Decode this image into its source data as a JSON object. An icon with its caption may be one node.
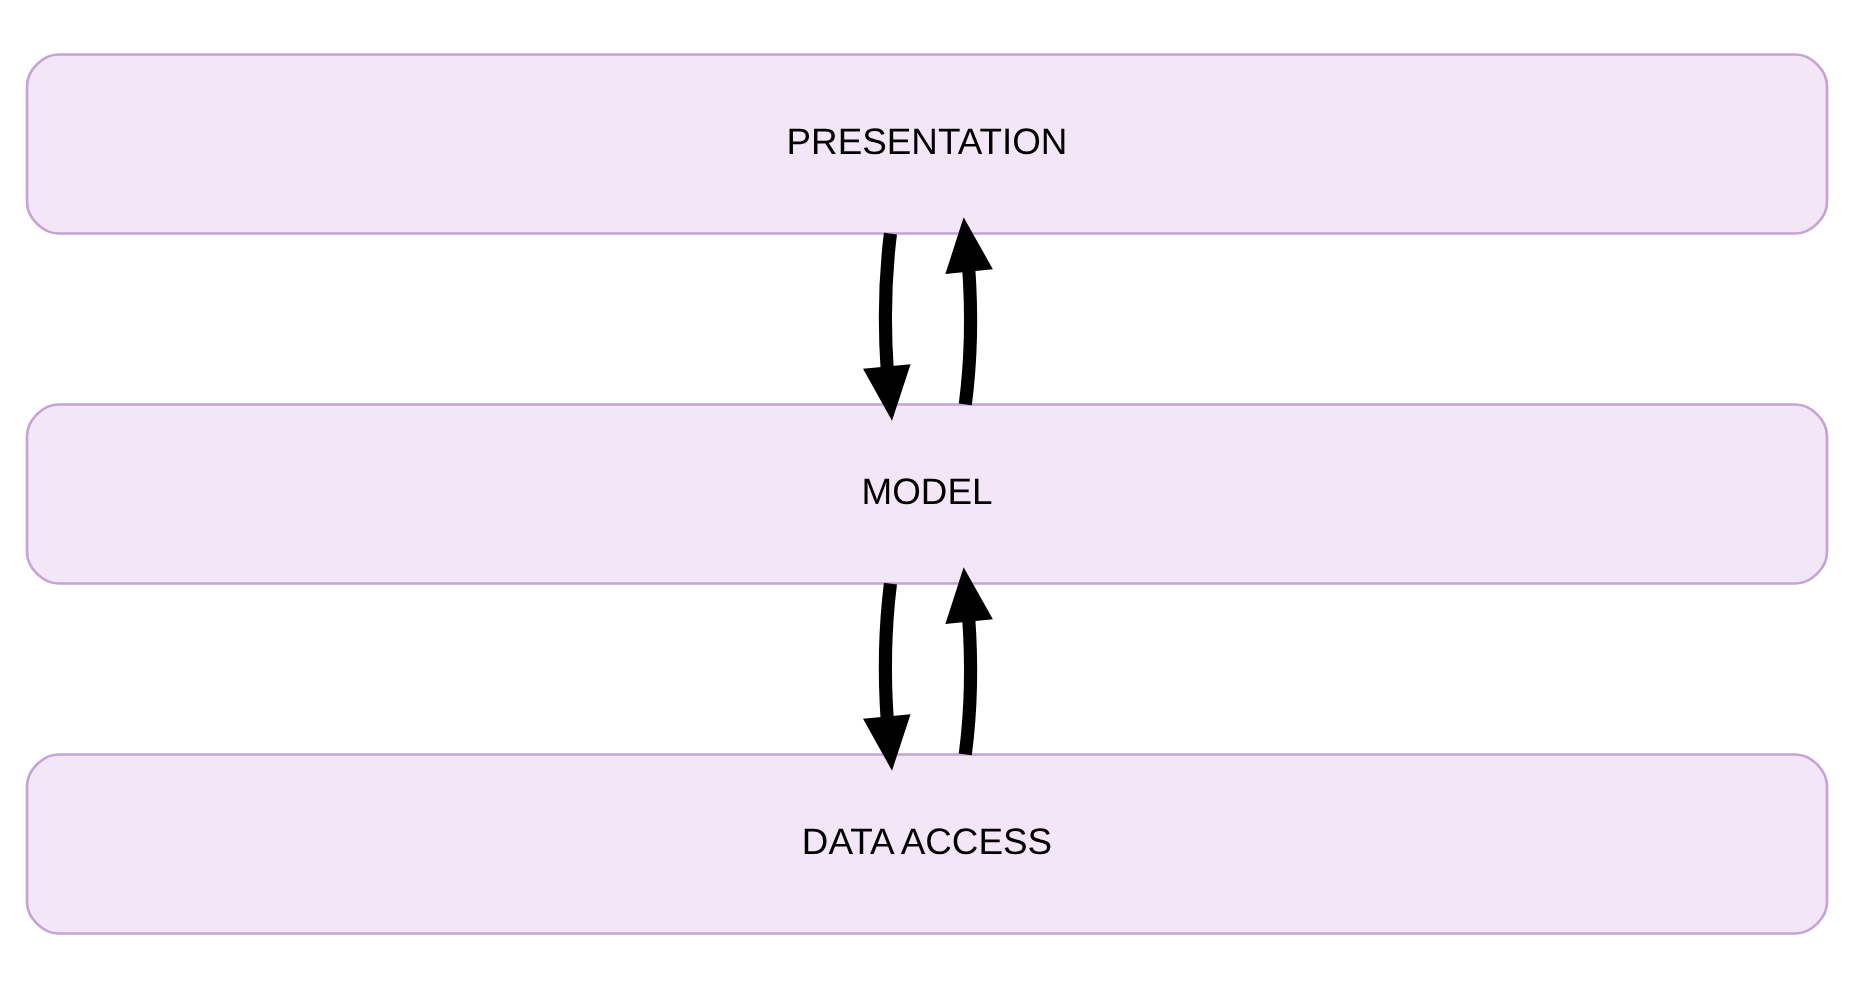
{
  "diagram": {
    "nodes": [
      {
        "text": [
          "PRESENTATION"
        ]
      },
      {
        "text": [
          "MODEL"
        ]
      },
      {
        "text": [
          "DATA ACCESS"
        ]
      }
    ],
    "edges": [
      {
        "from": 0,
        "to": 1,
        "arrow": "to"
      },
      {
        "from": 1,
        "to": 0,
        "arrow": "to"
      },
      {
        "from": 1,
        "to": 2,
        "arrow": "to"
      },
      {
        "from": 2,
        "to": 1,
        "arrow": "to"
      }
    ]
  }
}
